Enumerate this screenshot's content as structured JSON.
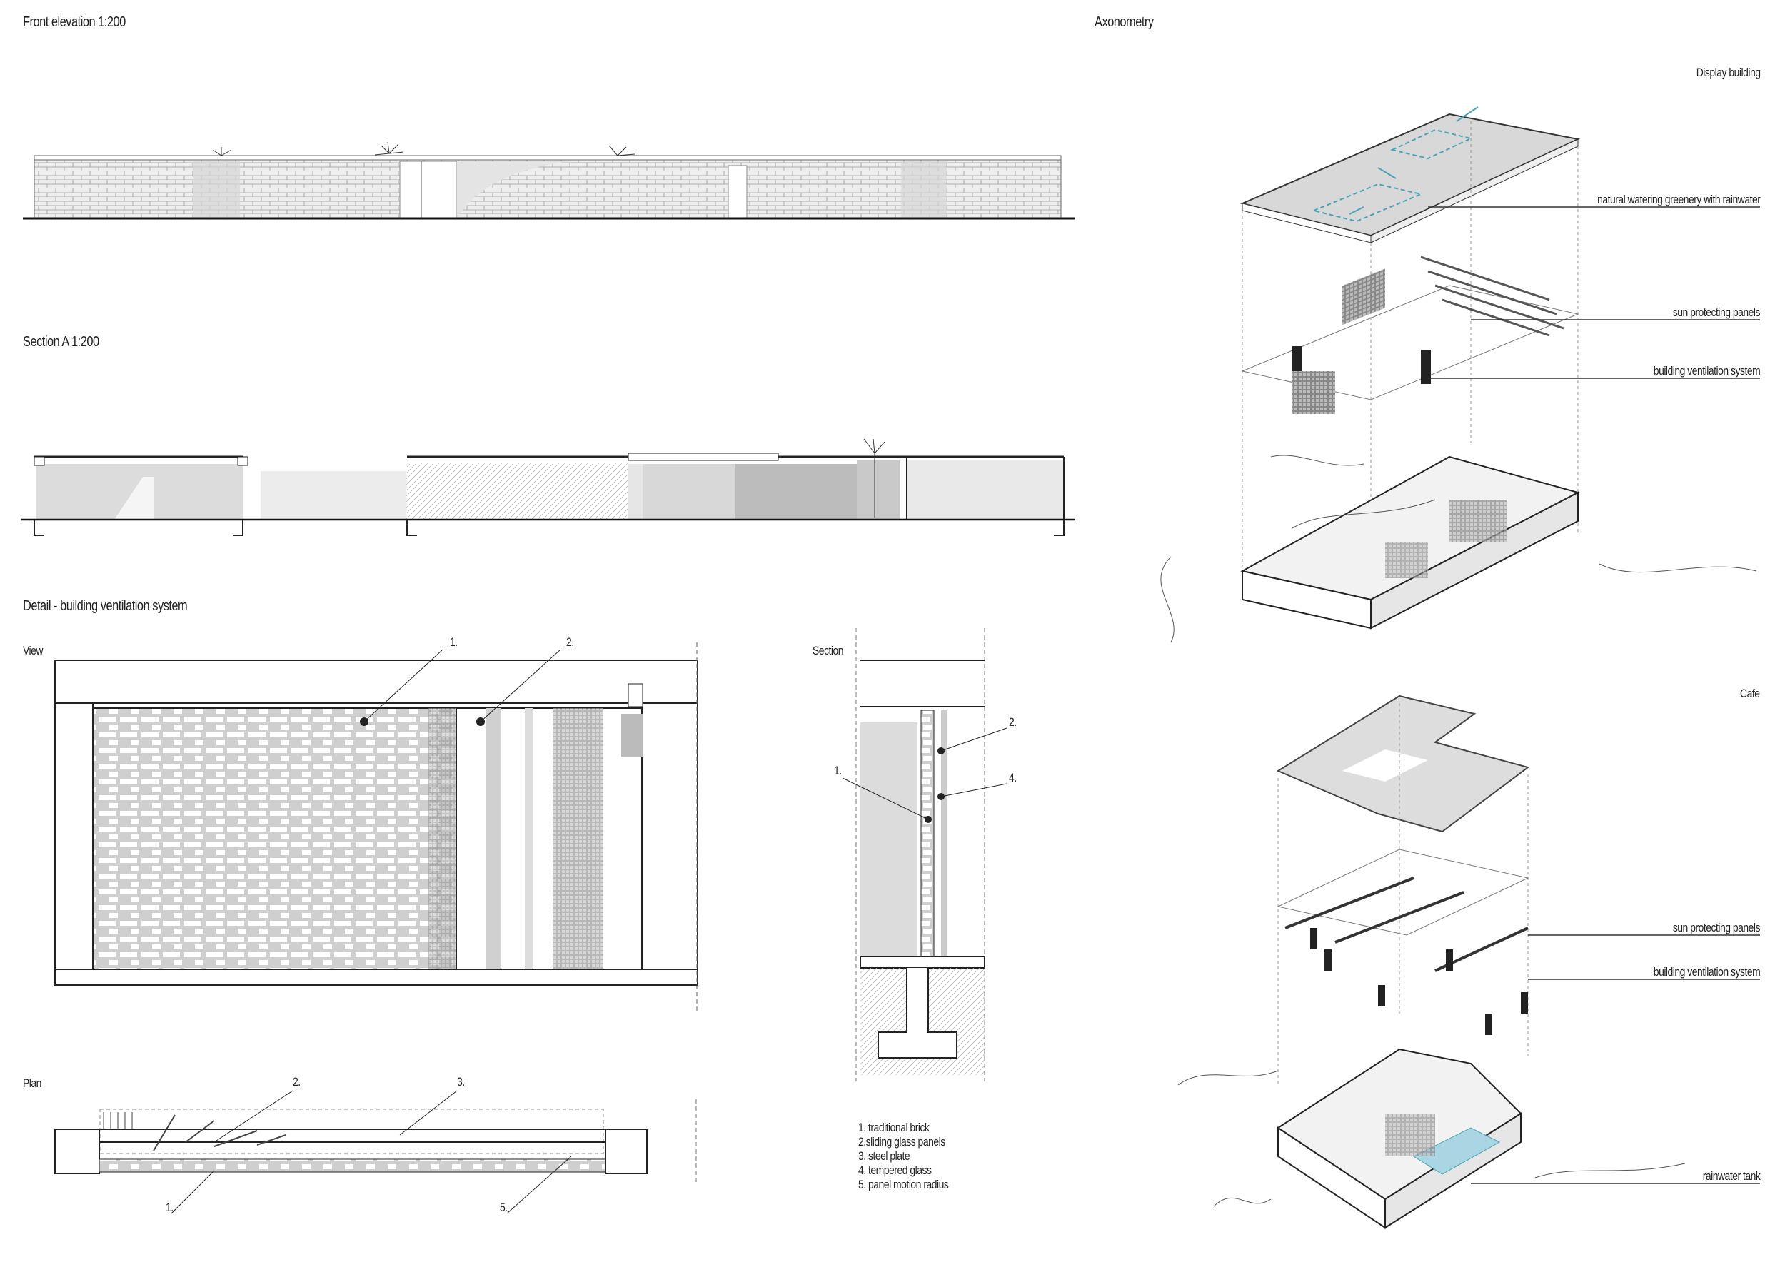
{
  "titles": {
    "front_elevation": "Front elevation 1:200",
    "section_a": "Section A 1:200",
    "detail": "Detail - building ventilation system",
    "axonometry": "Axonometry",
    "view": "View",
    "section": "Section",
    "plan": "Plan"
  },
  "detail_markers": {
    "view": [
      "1.",
      "2."
    ],
    "section": [
      "1.",
      "2.",
      "4."
    ],
    "plan": [
      "1.",
      "2.",
      "3.",
      "5."
    ]
  },
  "legend": [
    "1. traditional brick",
    "2.sliding glass panels",
    "3. steel plate",
    "4. tempered glass",
    "5. panel motion radius"
  ],
  "axonometry": {
    "display_building": {
      "title": "Display building",
      "labels": [
        "natural watering greenery with rainwater",
        "sun protecting panels",
        "building ventilation system"
      ]
    },
    "cafe": {
      "title": "Cafe",
      "labels": [
        "sun protecting panels",
        "building ventilation system",
        "rainwater tank"
      ]
    }
  },
  "colors": {
    "ink": "#222222",
    "grey_fill": "#d9d9d9",
    "water": "#4aa3b5"
  }
}
